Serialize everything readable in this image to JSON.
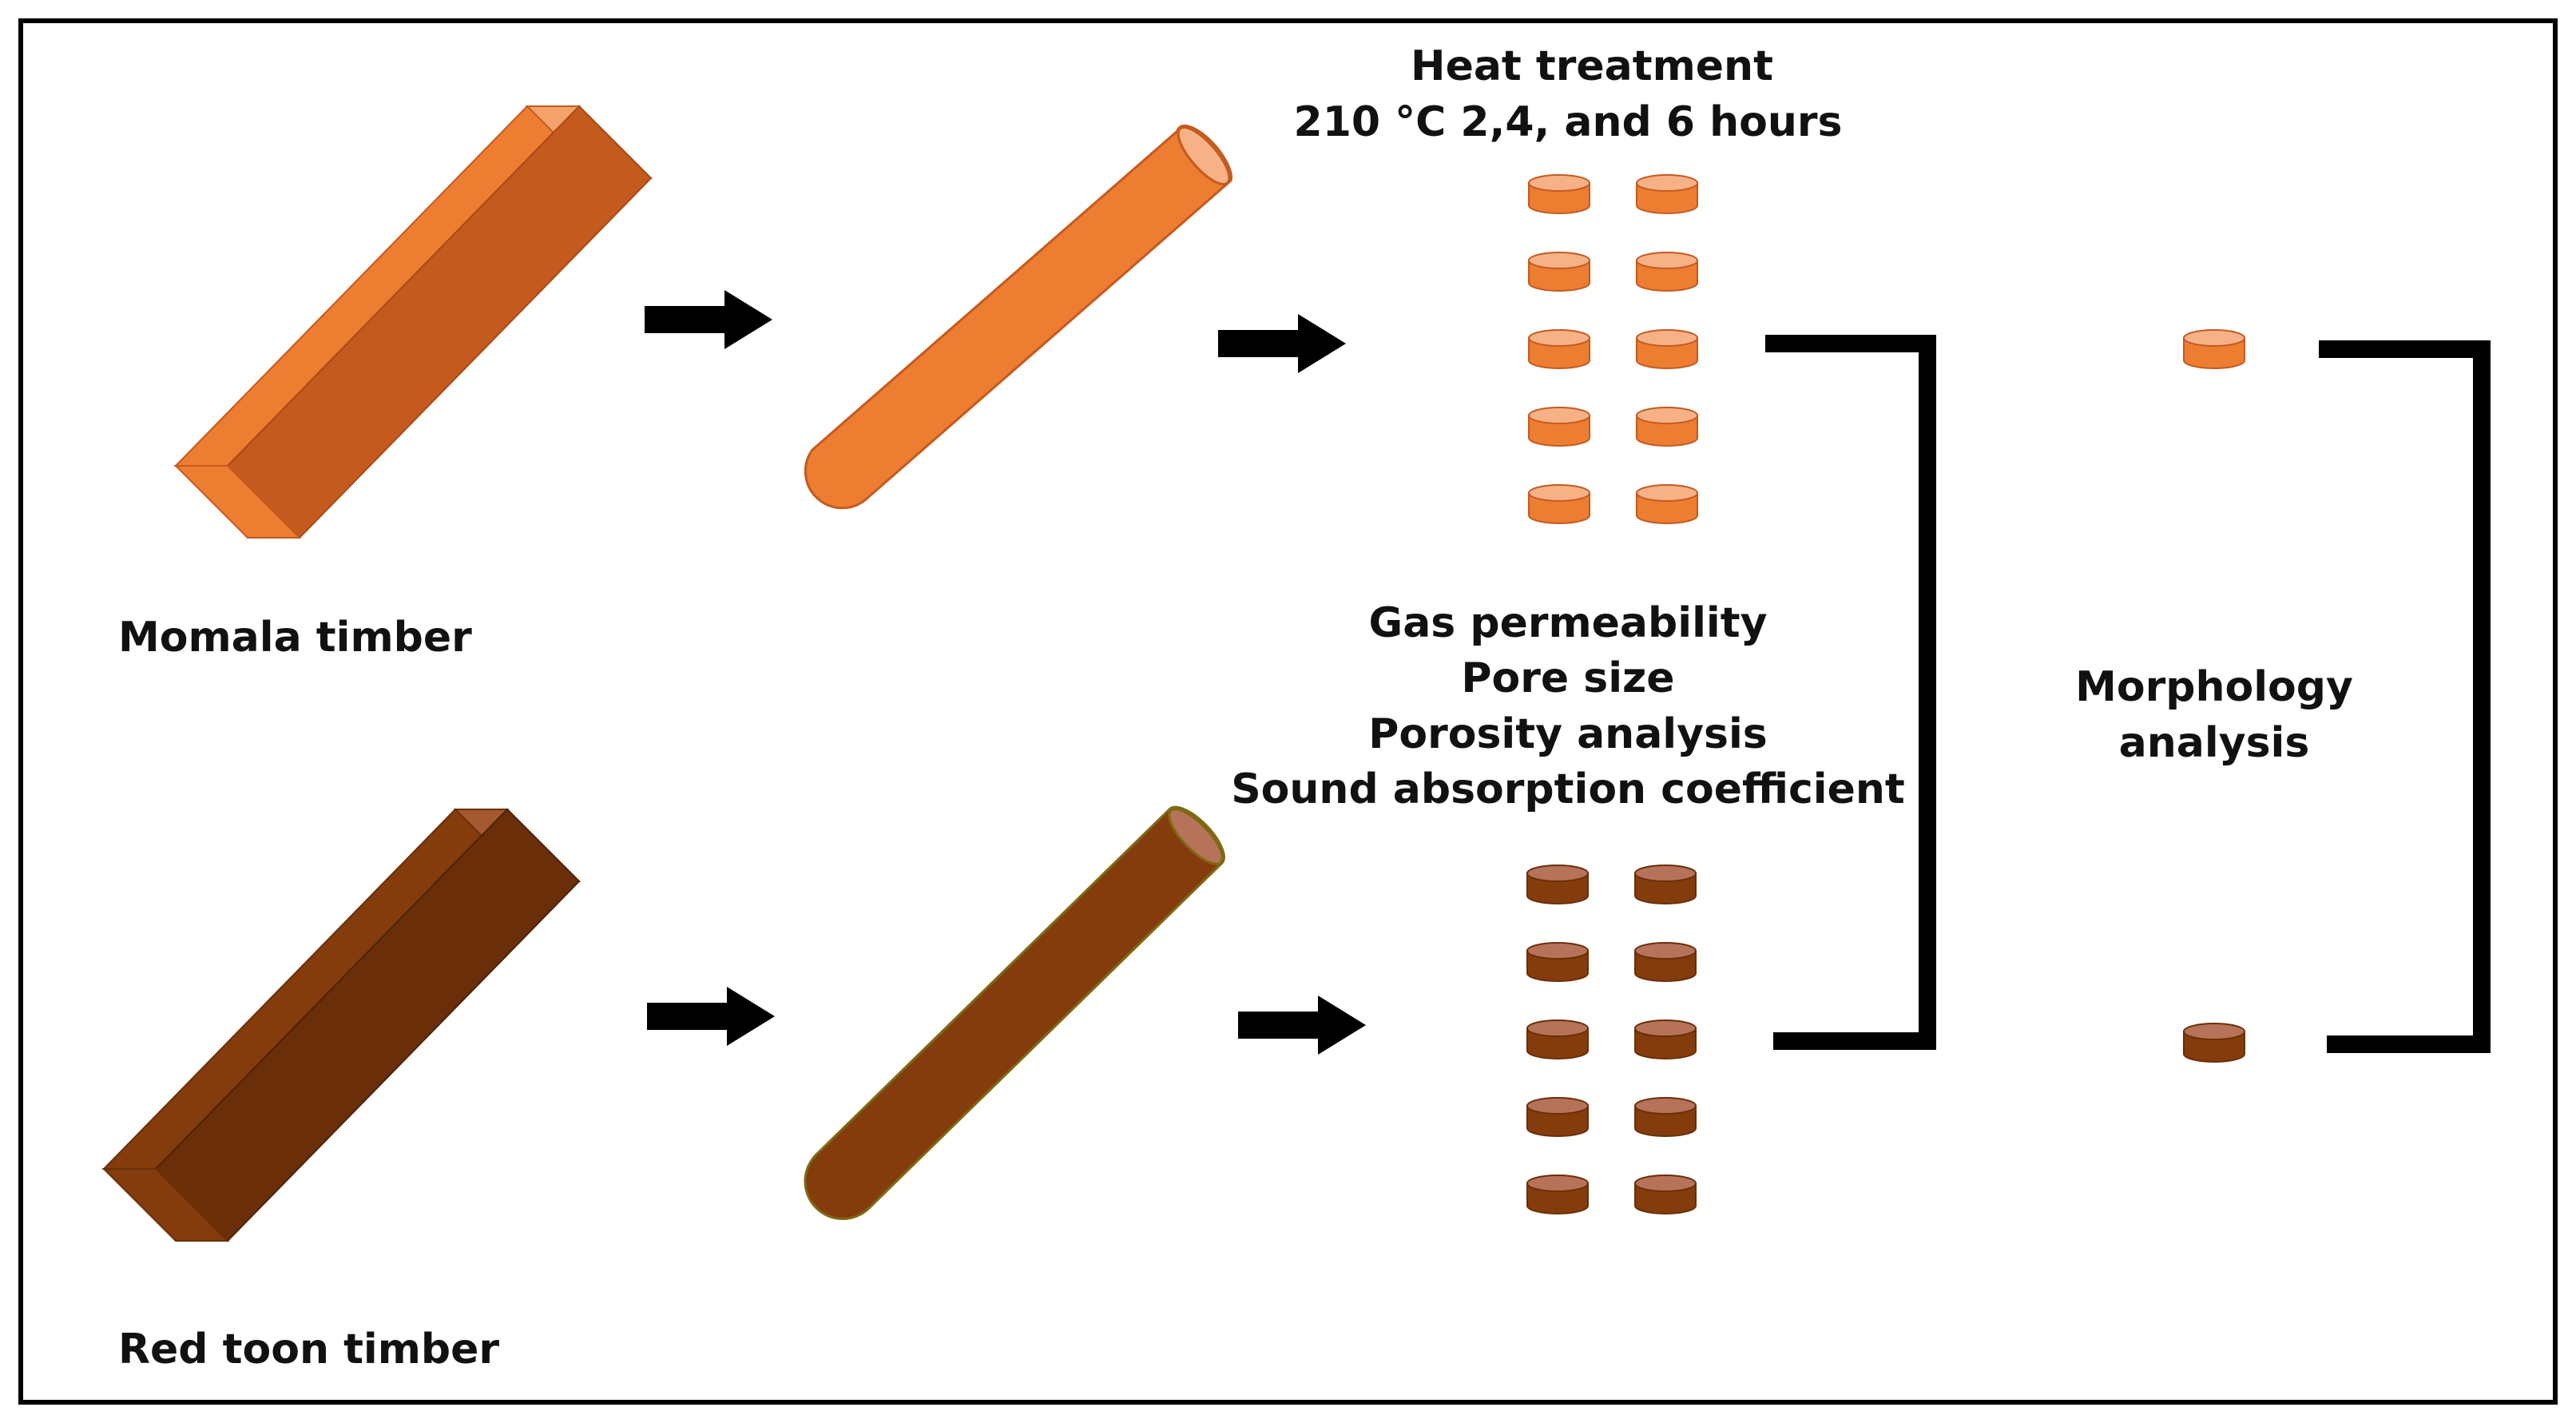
{
  "labels": {
    "heat_treatment_line1": "Heat treatment",
    "heat_treatment_line2": "210 °C 2,4, and 6 hours",
    "momala": "Momala timber",
    "red_toon": "Red toon timber",
    "tests": [
      "Gas permeability",
      "Pore size",
      "Porosity analysis",
      "Sound absorption coefficient"
    ],
    "morphology": [
      "Morphology",
      "analysis"
    ]
  },
  "colors": {
    "momala_face": "#ED7D31",
    "momala_top": "#F4A26B",
    "momala_side": "#C55A1E",
    "momala_disk_top": "#F6B187",
    "red_toon_face": "#843C0C",
    "red_toon_top": "#A35A2E",
    "red_toon_side": "#6A2F08",
    "red_toon_disk_top": "#B7735A",
    "arrow": "#000000",
    "border": "#000000"
  }
}
